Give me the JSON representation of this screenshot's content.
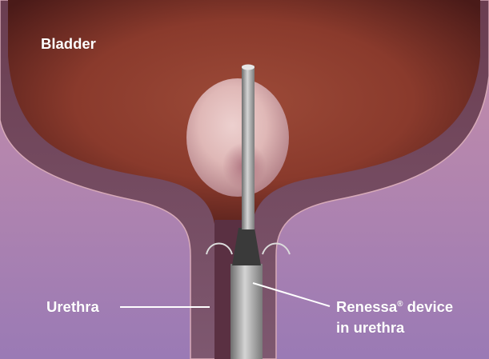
{
  "figure": {
    "labels": {
      "bladder": "Bladder",
      "urethra": "Urethra",
      "device_name": "Renessa",
      "device_mark": "®",
      "device_suffix": " device",
      "device_line2": "in urethra"
    },
    "colors": {
      "background_top": "#c98fa8",
      "background_bottom": "#9a7ab5",
      "wall": "#7a4a5e",
      "wall_edge": "#d7aab8",
      "bladder_inner": "#8a3a2c",
      "bladder_inner_dark": "#4a1a18",
      "balloon": "#e6c2c2",
      "catheter": "#8c8c8c",
      "leader_line": "#ffffff"
    }
  }
}
